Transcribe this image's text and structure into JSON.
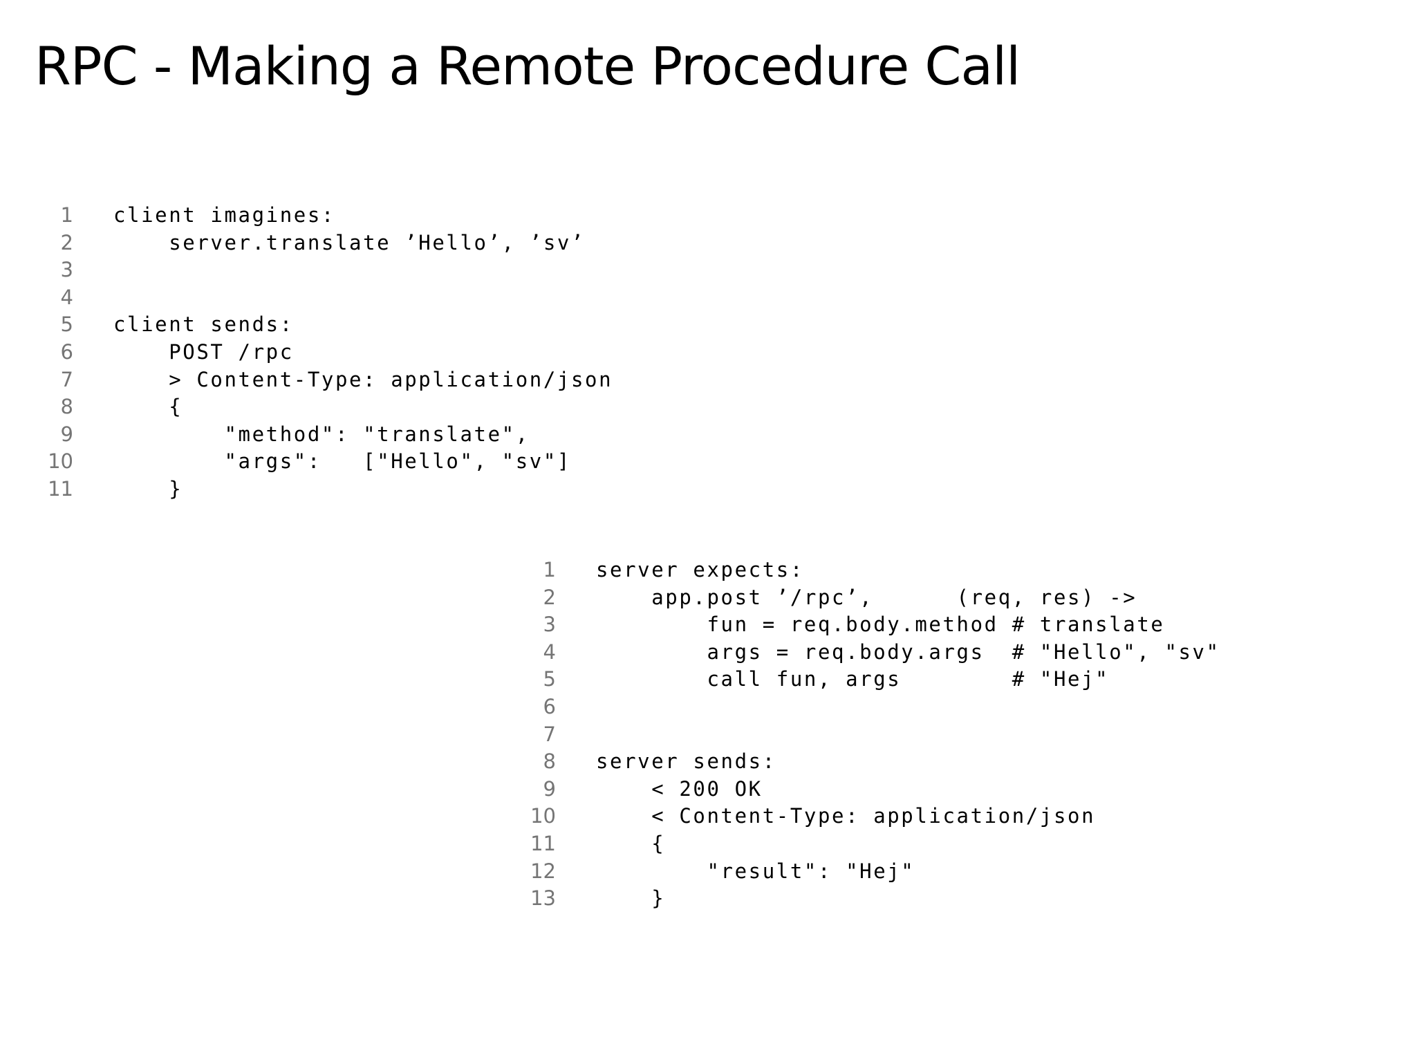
{
  "slide": {
    "title": "RPC - Making a Remote Procedure Call"
  },
  "client_code": {
    "lines": [
      {
        "num": "1",
        "text": "client imagines:"
      },
      {
        "num": "2",
        "text": "    server.translate ’Hello’, ’sv’"
      },
      {
        "num": "3",
        "text": ""
      },
      {
        "num": "4",
        "text": ""
      },
      {
        "num": "5",
        "text": "client sends:"
      },
      {
        "num": "6",
        "text": "    POST /rpc"
      },
      {
        "num": "7",
        "text": "    > Content-Type: application/json"
      },
      {
        "num": "8",
        "text": "    {"
      },
      {
        "num": "9",
        "text": "        \"method\": \"translate\","
      },
      {
        "num": "10",
        "text": "        \"args\":   [\"Hello\", \"sv\"]"
      },
      {
        "num": "11",
        "text": "    }"
      }
    ]
  },
  "server_code": {
    "lines": [
      {
        "num": "1",
        "text": "server expects:"
      },
      {
        "num": "2",
        "text": "    app.post ’/rpc’,      (req, res) ->"
      },
      {
        "num": "3",
        "text": "        fun = req.body.method # translate"
      },
      {
        "num": "4",
        "text": "        args = req.body.args  # \"Hello\", \"sv\""
      },
      {
        "num": "5",
        "text": "        call fun, args        # \"Hej\""
      },
      {
        "num": "6",
        "text": ""
      },
      {
        "num": "7",
        "text": ""
      },
      {
        "num": "8",
        "text": "server sends:"
      },
      {
        "num": "9",
        "text": "    < 200 OK"
      },
      {
        "num": "10",
        "text": "    < Content-Type: application/json"
      },
      {
        "num": "11",
        "text": "    {"
      },
      {
        "num": "12",
        "text": "        \"result\": \"Hej\""
      },
      {
        "num": "13",
        "text": "    }"
      }
    ]
  }
}
